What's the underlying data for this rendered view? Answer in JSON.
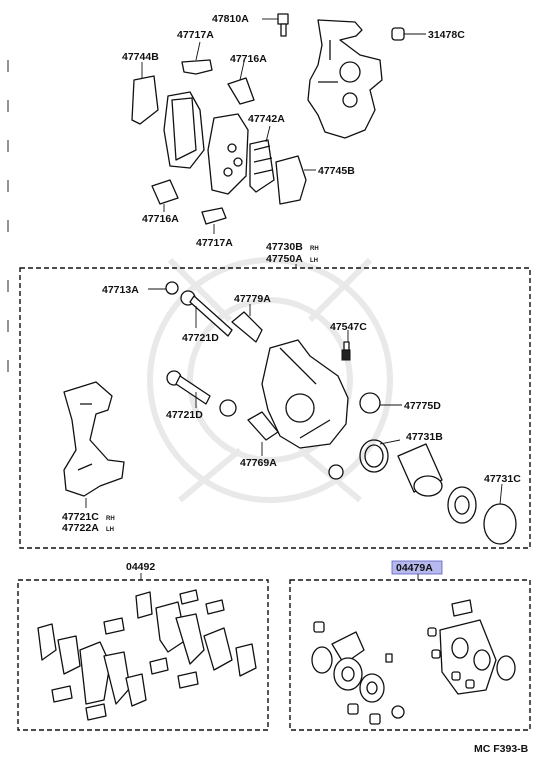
{
  "diagram_code": "MC F393-B",
  "highlight_color": "#b7b9ee",
  "parts": {
    "p47810A": "47810A",
    "p31478C": "31478C",
    "p47717A_top": "47717A",
    "p47744B": "47744B",
    "p47716A_top": "47716A",
    "p47742A": "47742A",
    "p47745B": "47745B",
    "p47716A_bot": "47716A",
    "p47717A_bot": "47717A",
    "p47730B": "47730B",
    "p47730B_sub": "RH",
    "p47750A": "47750A",
    "p47750A_sub": "LH",
    "p47713A": "47713A",
    "p47779A": "47779A",
    "p47721D_top": "47721D",
    "p47547C": "47547C",
    "p47721D_mid": "47721D",
    "p47775D": "47775D",
    "p47731B": "47731B",
    "p47769A": "47769A",
    "p47731C": "47731C",
    "p47721C": "47721C",
    "p47721C_sub": "RH",
    "p47722A": "47722A",
    "p47722A_sub": "LH",
    "p04492": "04492",
    "p04479A": "04479A"
  }
}
